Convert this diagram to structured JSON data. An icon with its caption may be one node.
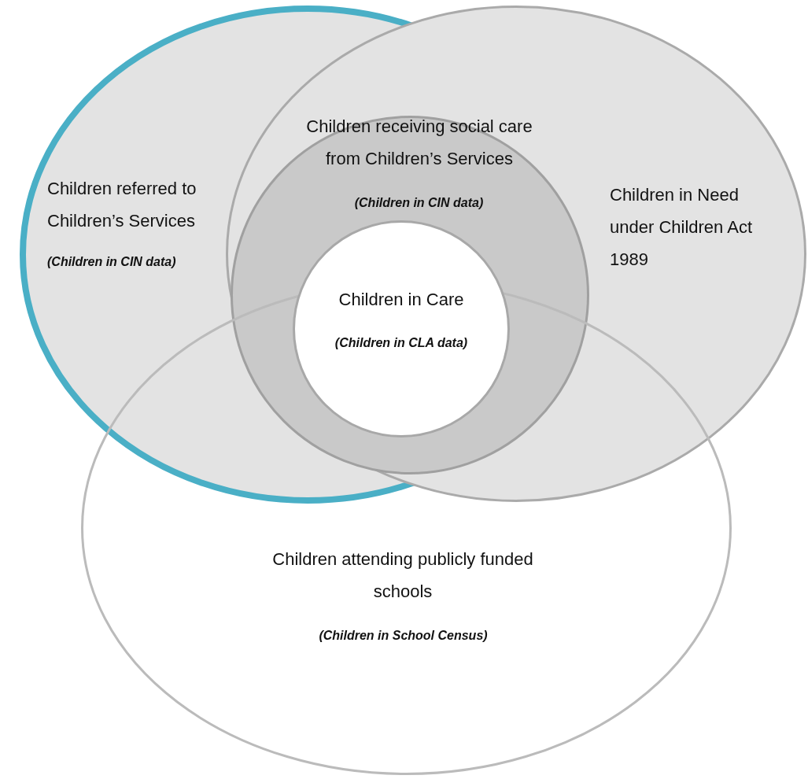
{
  "diagram": {
    "nodes": [
      {
        "text": [
          "Children referred to Children’s Services",
          "(Children in CIN data)"
        ]
      },
      {
        "text": [
          "Children in Need under Children Act 1989"
        ]
      },
      {
        "text": [
          "Children receiving social care from Children’s Services",
          "(Children in CIN data)"
        ]
      },
      {
        "text": [
          "Children in Care",
          "(Children in CLA data)"
        ],
        "in": 2
      },
      {
        "text": [
          "Children attending publicly funded schools",
          "(Children in School Census)"
        ]
      }
    ]
  }
}
